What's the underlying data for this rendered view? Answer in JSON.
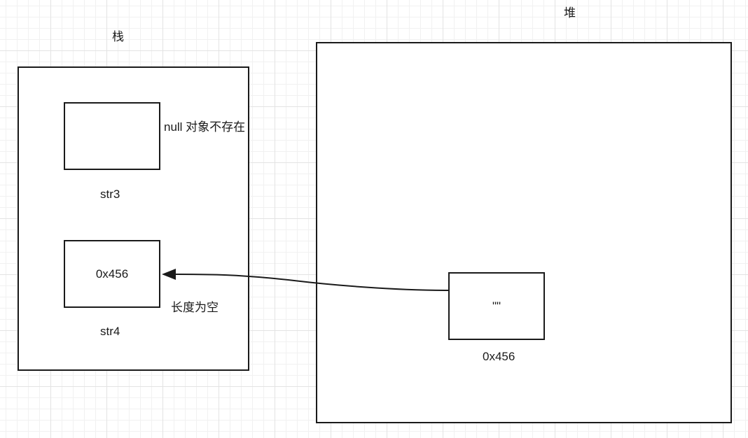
{
  "stack": {
    "title": "栈",
    "vars": [
      {
        "name": "str3",
        "value": "",
        "note": "null 对象不存在"
      },
      {
        "name": "str4",
        "value": "0x456",
        "note": "长度为空"
      }
    ]
  },
  "heap": {
    "title": "堆",
    "object": {
      "content": "\"\"",
      "address": "0x456"
    }
  }
}
